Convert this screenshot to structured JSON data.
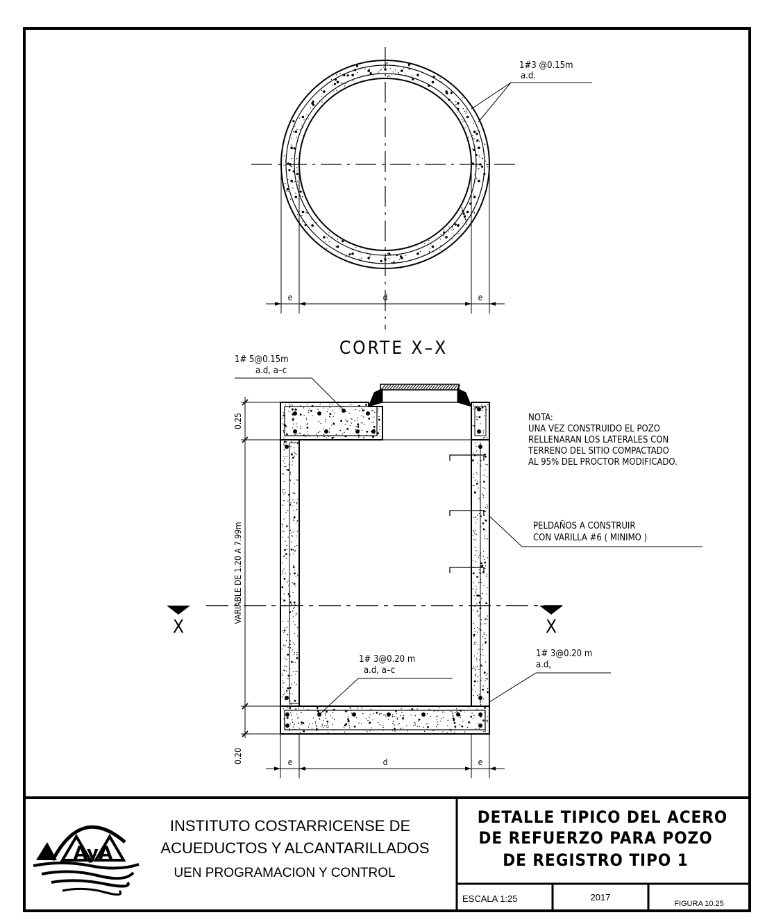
{
  "plan_section": {
    "title": "CORTE X–X",
    "rebar_label_1": "1#3 @0.15m",
    "rebar_label_2": "a.d.",
    "dim_e_left": "e",
    "dim_d": "d",
    "dim_e_right": "e"
  },
  "elevation": {
    "top_slab_label_1": "1# 5@0.15m",
    "top_slab_label_2": "a.d, a–c",
    "dim_top": "0.25",
    "dim_height": "VARIABLE DE 1.20 A 7.99m",
    "dim_bottom": "0.20",
    "section_mark_left": "X",
    "section_mark_right": "X",
    "bottom_label_1": "1# 3@0.20 m",
    "bottom_label_2": "a.d, a–c",
    "wall_label_1": "1# 3@0.20 m",
    "wall_label_2": "a.d,",
    "steps_label_1": "PELDAÑOS A CONSTRUIR",
    "steps_label_2": "CON VARILLA #6 ( MINIMO )",
    "dim_e_left": "e",
    "dim_d": "d",
    "dim_e_right": "e",
    "note": [
      "NOTA:",
      "UNA VEZ CONSTRUIDO EL POZO",
      "RELLENARAN LOS LATERALES CON",
      "TERRENO DEL SITIO COMPACTADO",
      "AL 95% DEL PROCTOR MODIFICADO."
    ]
  },
  "title_block": {
    "logo_text": "AyA",
    "institution_line1": "INSTITUTO COSTARRICENSE DE",
    "institution_line2": "ACUEDUCTOS Y ALCANTARILLADOS",
    "institution_line3": "UEN PROGRAMACION Y CONTROL",
    "title_line1": "DETALLE TIPICO DEL ACERO",
    "title_line2": "DE REFUERZO PARA POZO",
    "title_line3": "DE REGISTRO TIPO 1",
    "scale": "ESCALA 1:25",
    "year": "2017",
    "figure": "FIGURA 10.25"
  }
}
